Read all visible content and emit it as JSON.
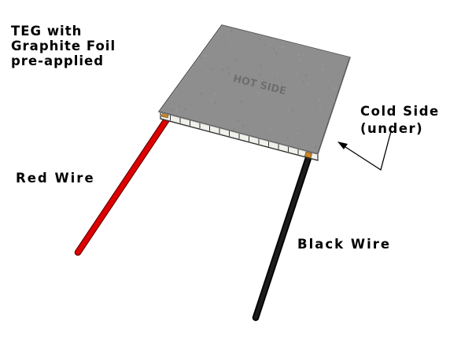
{
  "labels": {
    "title_lines": [
      "TEG with",
      "Graphite Foil",
      "pre-applied"
    ],
    "hot_side": "HOT SIDE",
    "cold_side_lines": [
      "Cold Side",
      "(under)"
    ],
    "red_wire": "Red Wire",
    "black_wire": "Black Wire"
  },
  "colors": {
    "background": "#ffffff",
    "foil_gray": "#8c8c8c",
    "foil_edge": "#5a5a5a",
    "red_wire": "#e00000",
    "black_wire": "#000000",
    "text": "#000000"
  }
}
